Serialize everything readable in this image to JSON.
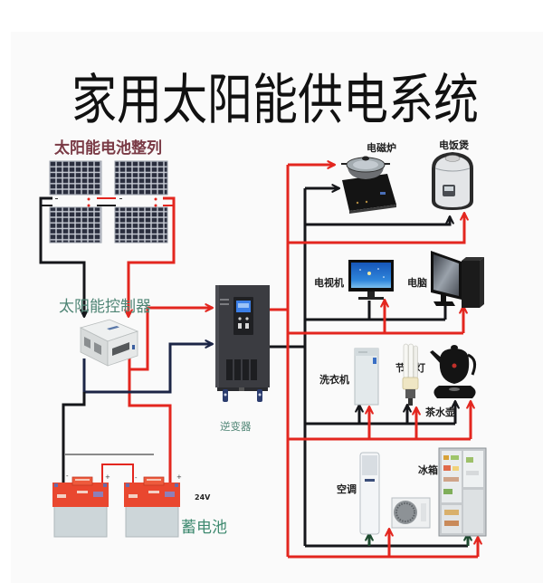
{
  "title": "家用太阳能供电系统",
  "solar_array": {
    "label": "太阳能电池整列",
    "panel_count": 4
  },
  "controller": {
    "label": "太阳能控制器"
  },
  "inverter": {
    "label": "逆变器"
  },
  "battery": {
    "label": "蓄电池",
    "voltage": "24V",
    "count": 2,
    "terminal_negative": "-",
    "terminal_positive": "+"
  },
  "appliances": [
    {
      "label": "电磁炉"
    },
    {
      "label": "电饭煲"
    },
    {
      "label": "电视机"
    },
    {
      "label": "电脑"
    },
    {
      "label": "洗衣机"
    },
    {
      "label": "节能灯"
    },
    {
      "label": "茶水壶"
    },
    {
      "label": "空调"
    },
    {
      "label": "冰箱"
    }
  ],
  "wiring": {
    "positive": "red",
    "negative": "black"
  },
  "icons": {
    "solar_array": "solar-panel-icon",
    "controller": "charge-controller-icon",
    "inverter": "inverter-icon",
    "battery": "battery-icon",
    "appliances": [
      "induction-cooker-icon",
      "rice-cooker-icon",
      "tv-icon",
      "computer-icon",
      "washing-machine-icon",
      "energy-saving-lamp-icon",
      "kettle-icon",
      "air-conditioner-icon",
      "refrigerator-icon"
    ]
  },
  "colors": {
    "background": "#fafafa",
    "title": "#111111",
    "positive_wire": "#e3261f",
    "negative_wire": "#15161a",
    "inverter_input_negative": "#1c2546",
    "ac_ground_arrow": "#1d4a2f",
    "array_label": "#7a3a45",
    "device_label": "#4f8575",
    "battery_label": "#3f8a70",
    "appliance_label": "#1e1e1e"
  }
}
